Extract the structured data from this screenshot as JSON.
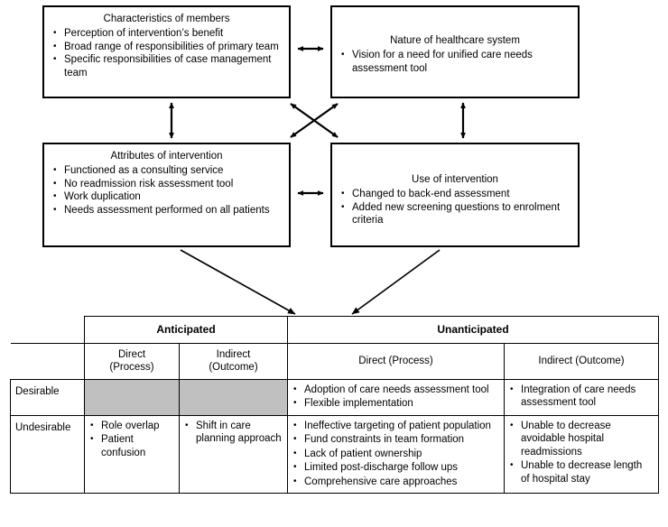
{
  "diagram": {
    "boxes": [
      {
        "id": "characteristics",
        "title": "Characteristics of members",
        "items": [
          "Perception of intervention’s benefit",
          "Broad range of responsibilities of primary team",
          "Specific responsibilities of case management team"
        ]
      },
      {
        "id": "nature",
        "title": "Nature of healthcare system",
        "items": [
          "Vision for a need for unified care needs assessment tool"
        ]
      },
      {
        "id": "attributes",
        "title": "Attributes of intervention",
        "items": [
          "Functioned as a consulting service",
          "No readmission risk assessment tool",
          "Work duplication",
          "Needs assessment performed on all patients"
        ]
      },
      {
        "id": "use",
        "title": "Use of intervention",
        "items": [
          "Changed to back-end assessment",
          "Added new screening questions to enrolment criteria"
        ]
      }
    ],
    "connectors": [
      {
        "name": "characteristics-nature",
        "kind": "double-horizontal"
      },
      {
        "name": "characteristics-attributes",
        "kind": "double-vertical"
      },
      {
        "name": "nature-use",
        "kind": "double-vertical"
      },
      {
        "name": "attributes-use",
        "kind": "double-horizontal"
      },
      {
        "name": "characteristics-use-diagonal",
        "kind": "double-diagonal"
      },
      {
        "name": "nature-attributes-diagonal",
        "kind": "double-diagonal"
      },
      {
        "name": "attributes-to-matrix",
        "kind": "single-arrow"
      },
      {
        "name": "use-to-matrix",
        "kind": "single-arrow"
      }
    ],
    "line_color": "#000000"
  },
  "matrix": {
    "group_headers": [
      "Anticipated",
      "Unanticipated"
    ],
    "sub_headers": [
      "Direct\n(Process)",
      "Indirect\n(Outcome)",
      "Direct (Process)",
      "Indirect (Outcome)"
    ],
    "sub_headers_flat": {
      "anticipated_direct_line1": "Direct",
      "anticipated_direct_line2": "(Process)",
      "anticipated_indirect_line1": "Indirect",
      "anticipated_indirect_line2": "(Outcome)",
      "unanticipated_direct": "Direct (Process)",
      "unanticipated_indirect": "Indirect (Outcome)"
    },
    "rows": [
      {
        "label": "Desirable",
        "cells": [
          {
            "shaded": true,
            "items": []
          },
          {
            "shaded": true,
            "items": []
          },
          {
            "shaded": false,
            "items": [
              "Adoption of care needs assessment tool",
              "Flexible implementation"
            ]
          },
          {
            "shaded": false,
            "items": [
              "Integration of care needs assessment tool"
            ]
          }
        ]
      },
      {
        "label": "Undesirable",
        "cells": [
          {
            "shaded": false,
            "items": [
              "Role overlap",
              "Patient confusion"
            ]
          },
          {
            "shaded": false,
            "items": [
              "Shift in care planning approach"
            ]
          },
          {
            "shaded": false,
            "items": [
              "Ineffective targeting of patient population",
              "Fund constraints in team formation",
              "Lack of patient ownership",
              "Limited post-discharge follow ups",
              "Comprehensive care approaches"
            ]
          },
          {
            "shaded": false,
            "items": [
              "Unable to decrease avoidable hospital readmissions",
              "Unable to decrease length of hospital stay"
            ]
          }
        ]
      }
    ],
    "shaded_color": "#c0c0c0"
  }
}
